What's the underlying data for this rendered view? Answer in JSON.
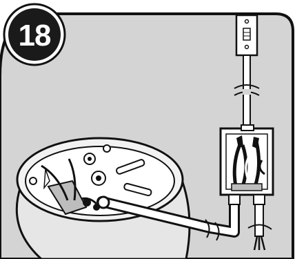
{
  "step": {
    "number": "18"
  },
  "colors": {
    "panel_fill": "#d4d4d4",
    "ink": "#111111",
    "white": "#ffffff",
    "badge": "#1a1a1a",
    "mid_gray": "#bdbdbd",
    "light_gray": "#ededed"
  },
  "icons": {
    "step_badge": "numbered-circle",
    "receptacle": "gfci-outlet",
    "junction_box": "electrical-junction-box",
    "fixture_base": "fixture-mounting-base",
    "conduit": "conduit-pipe"
  }
}
